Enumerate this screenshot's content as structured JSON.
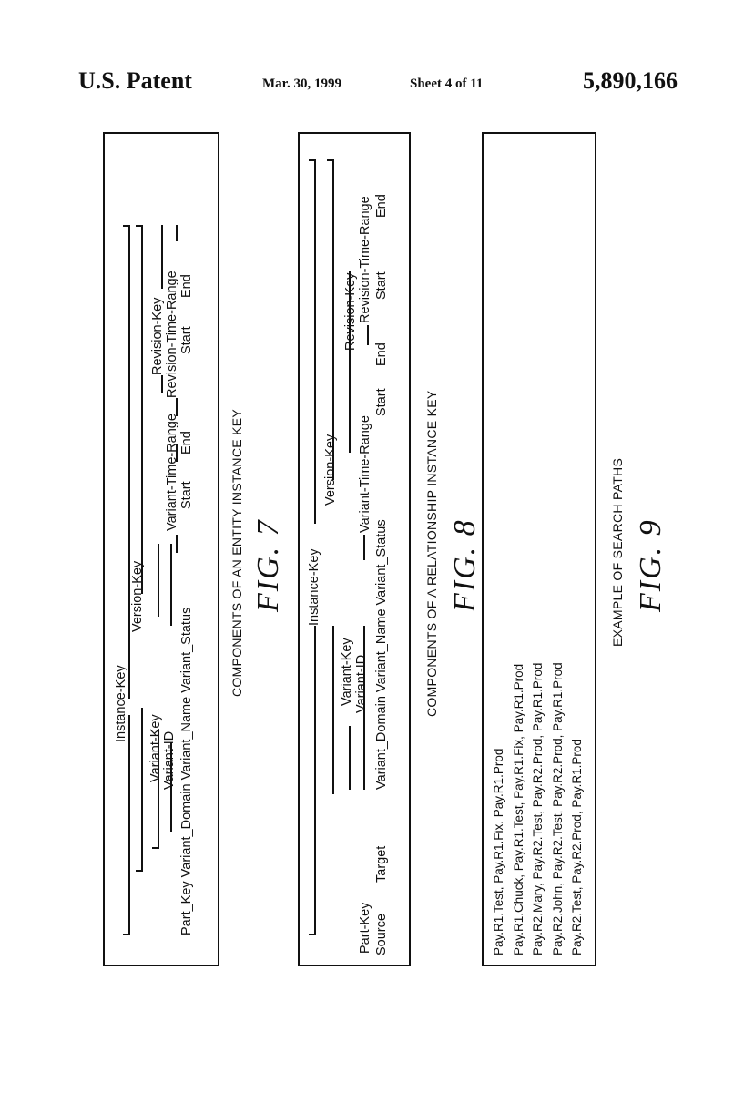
{
  "header": {
    "left": "U.S. Patent",
    "date": "Mar. 30, 1999",
    "sheet": "Sheet 4 of 11",
    "number": "5,890,166"
  },
  "fig7": {
    "instance_key": "Instance-Key",
    "version_key": "Version-Key",
    "variant_key": "Variant-Key",
    "variant_id": "Variant-ID",
    "revision_key": "Revision-Key",
    "variant_time_range": "Variant-Time-Range",
    "revision_time_range": "Revision-Time-Range",
    "bottom_row": "Part_Key  Variant_Domain  Variant_Name  Variant_Status",
    "start1": "Start",
    "end1": "End",
    "start2": "Start",
    "end2": "End",
    "caption": "COMPONENTS OF AN ENTITY INSTANCE KEY",
    "fig_label": "FIG.  7"
  },
  "fig8": {
    "instance_key": "Instance-Key",
    "version_key": "Version-Key",
    "variant_key": "Variant-Key",
    "variant_id": "Variant-ID",
    "part_key": "Part-Key",
    "source": "Source",
    "target": "Target",
    "revision_key": "Revision-Key",
    "variant_time_range": "Variant-Time-Range",
    "revision_time_range": "Revision-Time-Range",
    "bottom_row": "Variant_Domain  Variant_Name  Variant_Status",
    "start1": "Start",
    "end1": "End",
    "start2": "Start",
    "end2": "End",
    "caption": "COMPONENTS OF A RELATIONSHIP INSTANCE KEY",
    "fig_label": "FIG.  8"
  },
  "fig9": {
    "rows": [
      "Pay.R1.Test,     Pay.R1.Fix,      Pay.R1.Prod",
      "Pay.R1.Chuck,  Pay.R1.Test,  Pay.R1.Fix,      Pay.R1.Prod",
      "Pay.R2.Mary,    Pay.R2.Test,  Pay.R2.Prod,  Pay.R1.Prod",
      "Pay.R2.John,    Pay.R2.Test,  Pay.R2.Prod,  Pay.R1.Prod",
      "Pay.R2.Test,    Pay.R2.Prod,  Pay.R1.Prod"
    ],
    "caption": "EXAMPLE OF SEARCH PATHS",
    "fig_label": "FIG.  9"
  }
}
